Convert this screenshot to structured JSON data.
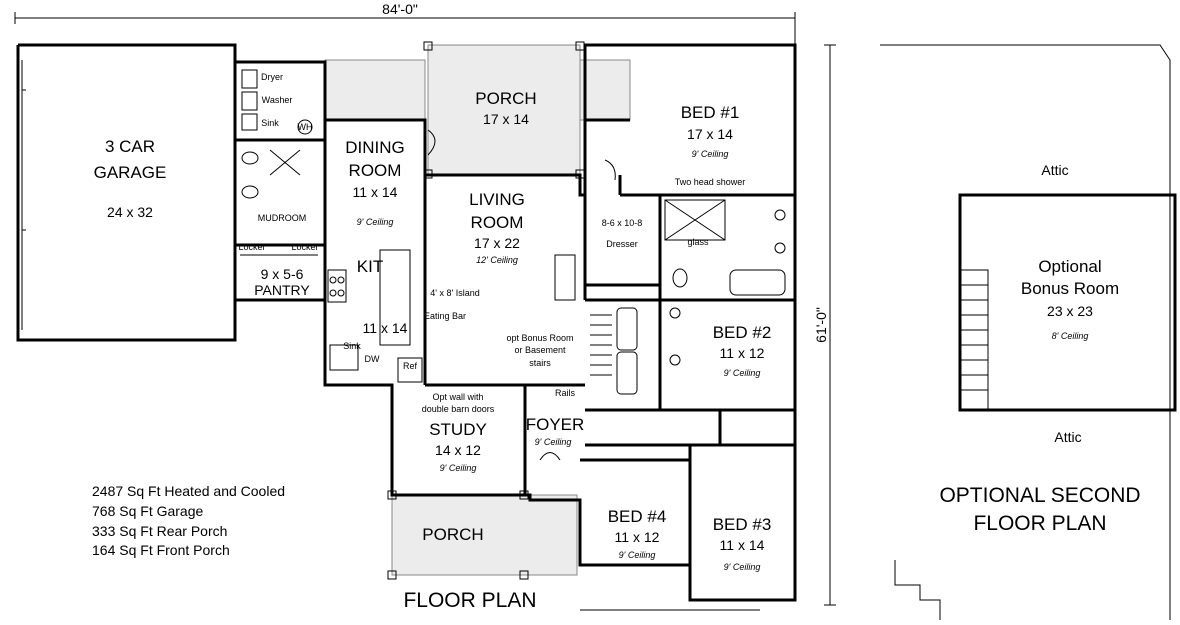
{
  "overall_width": "84'-0\"",
  "overall_depth": "61'-0\"",
  "garage": {
    "name_l1": "3 CAR",
    "name_l2": "GARAGE",
    "dims": "24 x 32"
  },
  "laundry": {
    "dryer": "Dryer",
    "washer": "Washer",
    "sink": "Sink",
    "wh": "WH"
  },
  "mudroom": "MUDROOM",
  "locker_1": "Locker",
  "locker_2": "Locker",
  "pantry": {
    "dims": "9 x 5-6",
    "name": "PANTRY"
  },
  "rear_porch": {
    "name": "PORCH",
    "dims": "17 x 14"
  },
  "dining": {
    "name_l1": "DINING",
    "name_l2": "ROOM",
    "dims": "11 x 14",
    "ceiling": "9' Ceiling"
  },
  "living": {
    "name_l1": "LIVING",
    "name_l2": "ROOM",
    "dims": "17 x 22",
    "ceiling": "12' Ceiling"
  },
  "kitchen": {
    "name": "KIT",
    "dims": "11 x 14",
    "island": "4' x 8' Island",
    "bar": "Eating Bar",
    "sink": "Sink",
    "dw": "DW",
    "ref": "Ref"
  },
  "bed1": {
    "name": "BED #1",
    "dims": "17 x 14",
    "ceiling": "9' Ceiling"
  },
  "master_bath": {
    "shower": "Two head shower",
    "glass": "glass"
  },
  "closet": {
    "dims": "8-6 x 10-8",
    "dresser": "Dresser"
  },
  "bed2": {
    "name": "BED #2",
    "dims": "11 x 12",
    "ceiling": "9' Ceiling"
  },
  "stairs_note": {
    "l1": "opt Bonus Room",
    "l2": "or Basement",
    "l3": "stairs"
  },
  "rails": "Rails",
  "study": {
    "note_l1": "Opt wall with",
    "note_l2": "double barn doors",
    "name": "STUDY",
    "dims": "14 x 12",
    "ceiling": "9' Ceiling"
  },
  "foyer": {
    "name": "FOYER",
    "ceiling": "9' Ceiling"
  },
  "front_porch": {
    "name": "PORCH"
  },
  "bed4": {
    "name": "BED #4",
    "dims": "11 x 12",
    "ceiling": "9' Ceiling"
  },
  "bed3": {
    "name": "BED #3",
    "dims": "11 x 14",
    "ceiling": "9' Ceiling"
  },
  "stats": [
    "2487 Sq Ft Heated and Cooled",
    "768 Sq Ft Garage",
    "333 Sq Ft Rear Porch",
    "164 Sq Ft Front Porch"
  ],
  "floor_plan_title": "FLOOR PLAN",
  "second_floor": {
    "attic_top": "Attic",
    "attic_bottom": "Attic",
    "bonus_l1": "Optional",
    "bonus_l2": "Bonus Room",
    "bonus_dims": "23 x 23",
    "bonus_ceiling": "8' Ceiling",
    "title_l1": "OPTIONAL SECOND",
    "title_l2": "FLOOR PLAN"
  }
}
